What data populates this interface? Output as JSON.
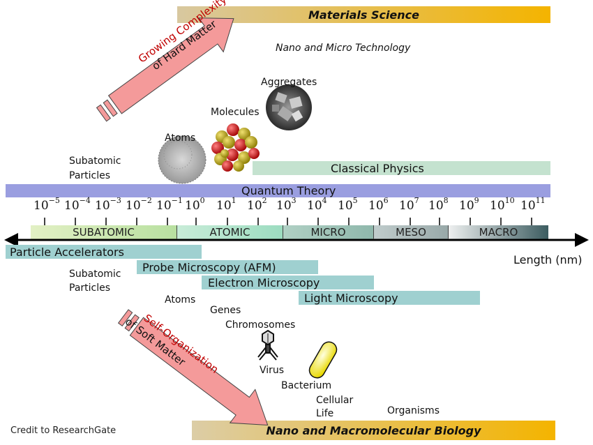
{
  "top_banner": "Materials Science",
  "subtitle": "Nano and Micro Technology",
  "bottom_banner": "Nano and Macromolecular Biology",
  "credit": "Credit to ResearchGate",
  "hard_matter_arrow": {
    "line1": "Growing Complexity",
    "line2": "of Hard Matter"
  },
  "soft_matter_arrow": {
    "line1": "Self-Organization",
    "line2": "of Soft Matter"
  },
  "upper_labels": {
    "aggregates": "Aggregates",
    "molecules": "Molecules",
    "atoms": "Atoms",
    "subatomic_1": "Subatomic",
    "subatomic_2": "Particles"
  },
  "theory_bars": {
    "classical": "Classical Physics",
    "quantum": "Quantum Theory"
  },
  "axis": {
    "label": "Length (nm)",
    "ticks": [
      {
        "base": "10",
        "exp": "−5"
      },
      {
        "base": "10",
        "exp": "−4"
      },
      {
        "base": "10",
        "exp": "−3"
      },
      {
        "base": "10",
        "exp": "−2"
      },
      {
        "base": "10",
        "exp": "−1"
      },
      {
        "base": "10",
        "exp": "0"
      },
      {
        "base": "10",
        "exp": "1"
      },
      {
        "base": "10",
        "exp": "2"
      },
      {
        "base": "10",
        "exp": "3"
      },
      {
        "base": "10",
        "exp": "4"
      },
      {
        "base": "10",
        "exp": "5"
      },
      {
        "base": "10",
        "exp": "6"
      },
      {
        "base": "10",
        "exp": "7"
      },
      {
        "base": "10",
        "exp": "8"
      },
      {
        "base": "10",
        "exp": "9"
      },
      {
        "base": "10",
        "exp": "10"
      },
      {
        "base": "10",
        "exp": "11"
      }
    ],
    "segments": [
      "SUBATOMIC",
      "ATOMIC",
      "MICRO",
      "MESO",
      "MACRO"
    ]
  },
  "methods": {
    "particle_accelerators": "Particle Accelerators",
    "probe_microscopy": "Probe Microscopy (AFM)",
    "electron_microscopy": "Electron Microscopy",
    "light_microscopy": "Light Microscopy"
  },
  "lower_labels": {
    "subatomic_1": "Subatomic",
    "subatomic_2": "Particles",
    "atoms": "Atoms",
    "genes": "Genes",
    "chromosomes": "Chromosomes",
    "virus": "Virus",
    "bacterium": "Bacterium",
    "cellular_1": "Cellular",
    "cellular_2": "Life",
    "organisms": "Organisms"
  },
  "colors": {
    "banner_gold": "#e8b020",
    "quantum": "#9a9ee0",
    "classical": "#c4e2cf",
    "method_bar": "#9fd0d0",
    "arrow": "#f49a9a"
  }
}
